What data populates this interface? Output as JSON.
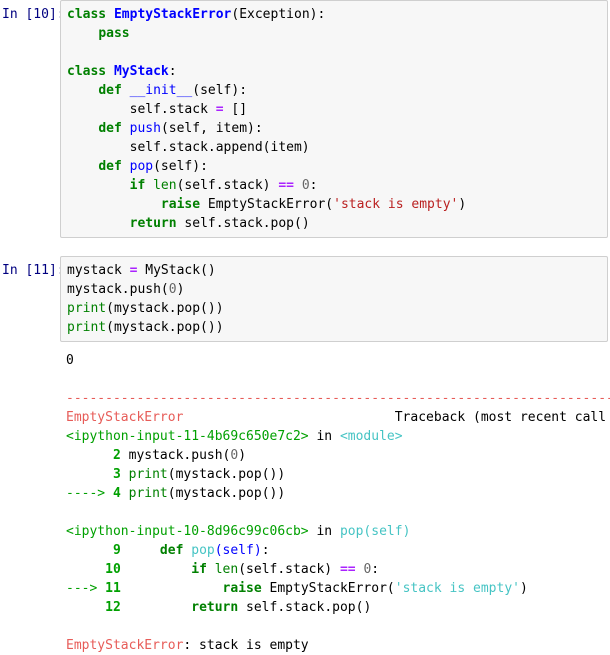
{
  "app": "jupyter-notebook-cells",
  "cells": [
    {
      "type": "input",
      "prompt": "In [10]:",
      "lines": [
        "class EmptyStackError(Exception):",
        "    pass",
        "",
        "class MyStack:",
        "    def __init__(self):",
        "        self.stack = []",
        "    def push(self, item):",
        "        self.stack.append(item)",
        "    def pop(self):",
        "        if len(self.stack) == 0:",
        "            raise EmptyStackError('stack is empty')",
        "        return self.stack.pop()"
      ]
    },
    {
      "type": "input",
      "prompt": "In [11]:",
      "lines": [
        "mystack = MyStack()",
        "mystack.push(0)",
        "print(mystack.pop())",
        "print(mystack.pop())"
      ]
    }
  ],
  "output": {
    "stdout": "0",
    "traceback": {
      "rule": "---------------------------------------------------------------------------",
      "error_name": "EmptyStackError",
      "header_right": "Traceback (most recent call last)",
      "frames": [
        {
          "file": "<ipython-input-11-4b69c650e7c2>",
          "in_word": "in",
          "scope": "<module>",
          "lines": [
            {
              "marker": "",
              "no": "2",
              "text": "mystack.push(0)",
              "current": false
            },
            {
              "marker": "",
              "no": "3",
              "text": "print(mystack.pop())",
              "current": false
            },
            {
              "marker": "---->",
              "no": "4",
              "text": "print(mystack.pop())",
              "current": true
            }
          ]
        },
        {
          "file": "<ipython-input-10-8d96c99c06cb>",
          "in_word": "in",
          "scope": "pop(self)",
          "lines": [
            {
              "marker": "",
              "no": "9",
              "text": "    def pop(self):",
              "current": false
            },
            {
              "marker": "",
              "no": "10",
              "text": "        if len(self.stack) == 0:",
              "current": false
            },
            {
              "marker": "--->",
              "no": "11",
              "text": "            raise EmptyStackError('stack is empty')",
              "current": true
            },
            {
              "marker": "",
              "no": "12",
              "text": "        return self.stack.pop()",
              "current": false
            }
          ]
        }
      ],
      "final_error_name": "EmptyStackError",
      "final_error_message": ": stack is empty"
    }
  },
  "colors": {
    "keyword": "#008000",
    "class_name": "#0000ff",
    "string": "#ba2121",
    "operator": "#aa22ff",
    "prompt": "#000080",
    "traceback_red": "#e75c58",
    "traceback_green": "#00a000",
    "traceback_cyan": "#46c4c4",
    "cell_background": "#f7f7f7",
    "cell_border": "#cfcfcf"
  }
}
